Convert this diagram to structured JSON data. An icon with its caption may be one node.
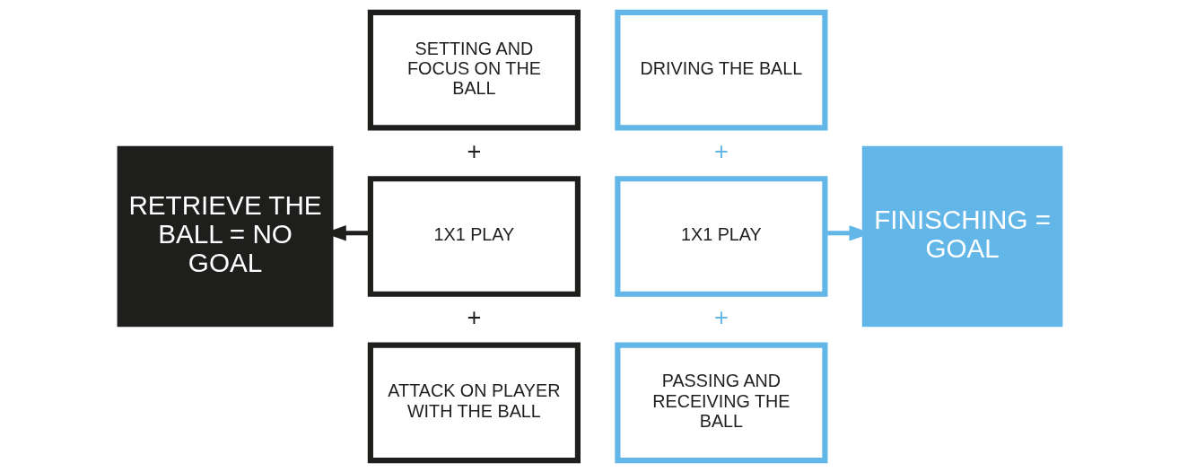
{
  "diagram": {
    "nodes": [
      {
        "text": [
          "RETRIEVE THE BALL = NO GOAL"
        ]
      },
      {
        "text": [
          "SETTING AND FOCUS ON THE BALL"
        ]
      },
      {
        "text": [
          "1X1 PLAY"
        ]
      },
      {
        "text": [
          "ATTACK ON PLAYER WITH THE BALL"
        ]
      },
      {
        "text": [
          "DRIVING THE BALL"
        ]
      },
      {
        "text": [
          "1X1 PLAY"
        ]
      },
      {
        "text": [
          "PASSING AND RECEIVING THE BALL"
        ]
      },
      {
        "text": [
          "FINISCHING = GOAL"
        ]
      }
    ],
    "edges": [
      {
        "from": 2,
        "to": 0,
        "arrow": "to"
      },
      {
        "from": 5,
        "to": 7,
        "arrow": "to",
        "color": "#63b7e8"
      }
    ],
    "labels": [
      "+",
      "+",
      "+",
      "+"
    ]
  }
}
